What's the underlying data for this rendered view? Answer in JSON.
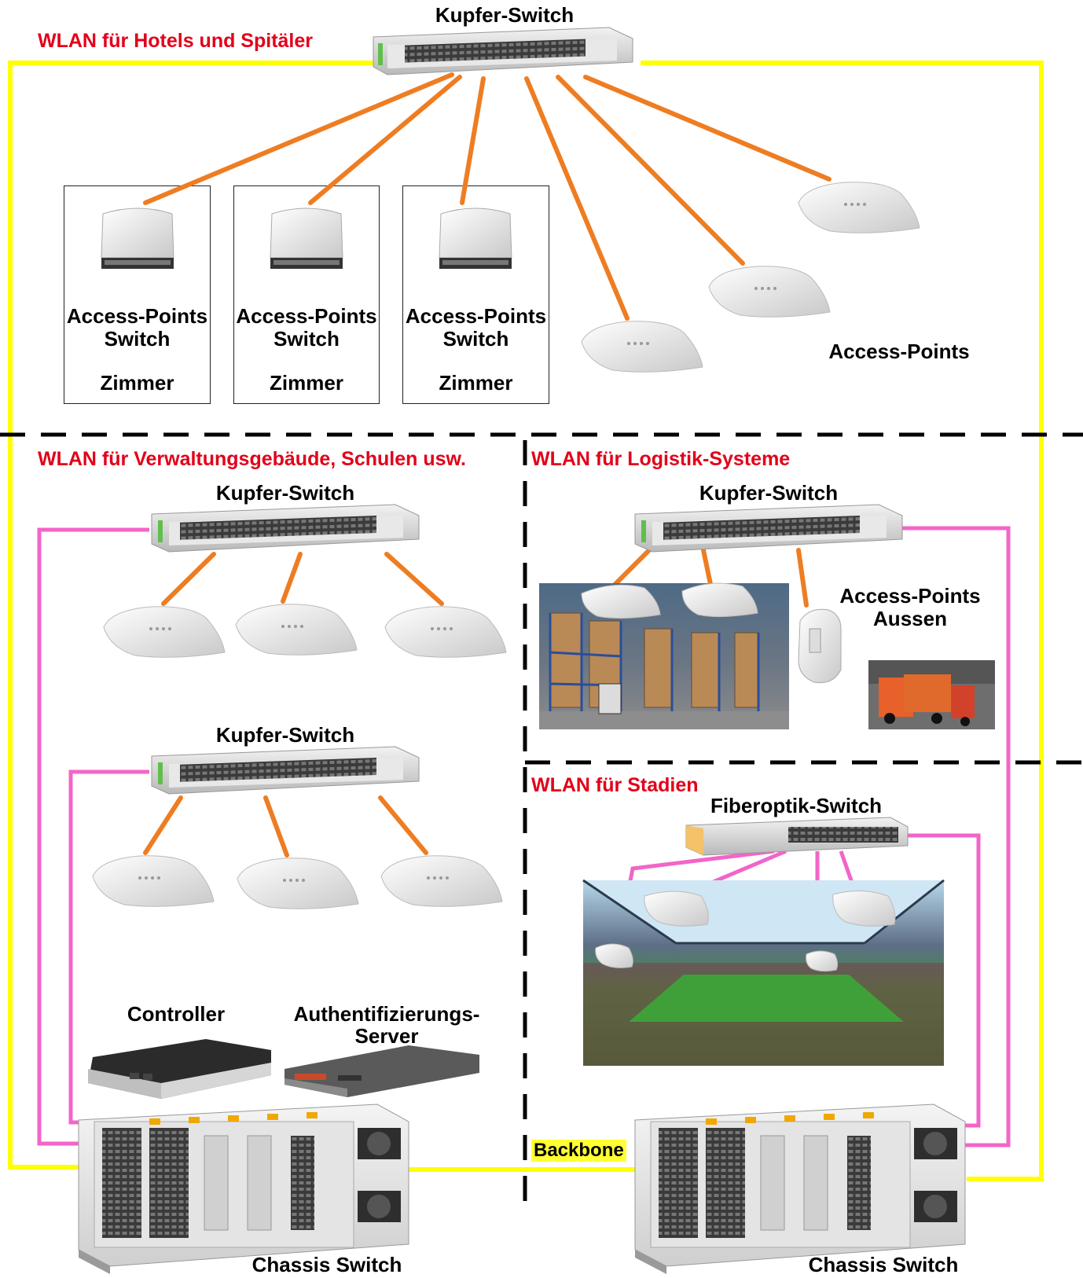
{
  "sections": {
    "hotels": "WLAN für Hotels und Spitäler",
    "admin": "WLAN für Verwaltungsgebäude, Schulen usw.",
    "logistics": "WLAN für Logistik-Systeme",
    "stadiums": "WLAN für Stadien"
  },
  "labels": {
    "copper_switch": "Kupfer-Switch",
    "fiber_switch": "Fiberoptik-Switch",
    "ap_switch_line1": "Access-Points",
    "ap_switch_line2": "Switch",
    "room": "Zimmer",
    "access_points": "Access-Points",
    "outdoor_line1": "Access-Points",
    "outdoor_line2": "Aussen",
    "controller": "Controller",
    "auth_line1": "Authentifizierungs-",
    "auth_line2": "Server",
    "backbone": "Backbone",
    "chassis_switch": "Chassis Switch"
  },
  "colors": {
    "backbone": "#ffff00",
    "copper_link": "#ee7d22",
    "fiber_link": "#f265c8",
    "section_title": "#e2001a",
    "divider": "#000000"
  }
}
